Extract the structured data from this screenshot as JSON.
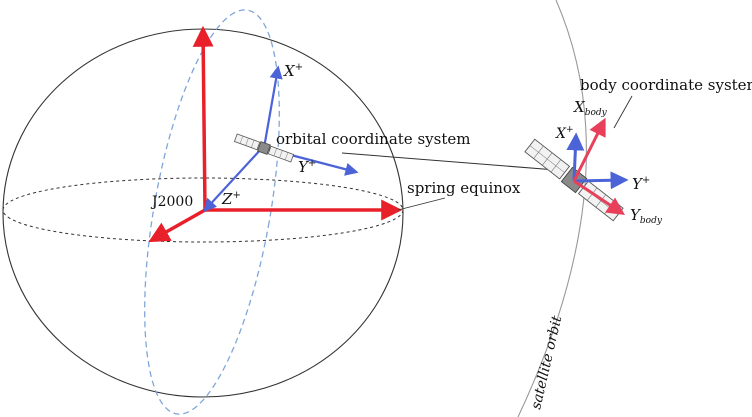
{
  "labels": {
    "j2000": "J2000",
    "z_axis": "Z",
    "x_axis": "X",
    "y_axis": "Y",
    "plus": "+",
    "orbital_system": "orbital coordinate system",
    "spring_equinox": "spring equinox",
    "body_system": "body coordinate system",
    "x_body_main": "X",
    "y_body_main": "Y",
    "body_subscript": "body",
    "x_right": "X",
    "y_right": "Y",
    "satellite_orbit": "satellite orbit"
  },
  "colors": {
    "red_axis": "#e8202a",
    "blue_axis": "#4c63d8",
    "body_axis": "#e8405a",
    "dashed_orbit": "#7fa6d9",
    "outline": "#333333"
  }
}
